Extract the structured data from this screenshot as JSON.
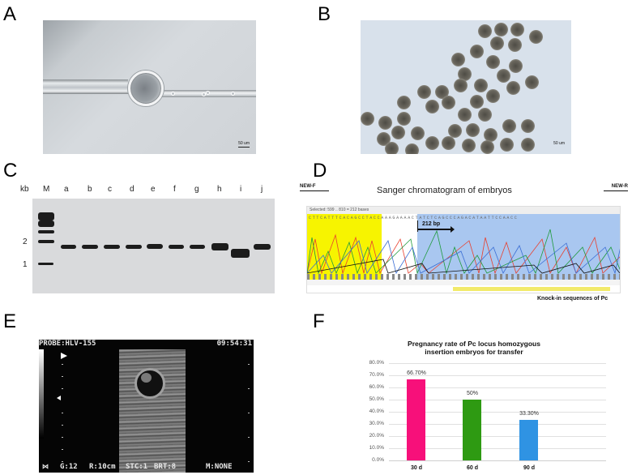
{
  "panels": {
    "A": {
      "label": "A",
      "scale_bar": "50 um"
    },
    "B": {
      "label": "B",
      "scale_bar": "50 um"
    },
    "C": {
      "label": "C",
      "unit_label": "kb",
      "lanes": [
        "M",
        "a",
        "b",
        "c",
        "d",
        "e",
        "f",
        "g",
        "h",
        "i",
        "j"
      ],
      "marker_sizes": [
        "2",
        "1"
      ]
    },
    "D": {
      "label": "D",
      "title": "Sanger chromatogram of embryos",
      "primer_forward": "NEW-F",
      "primer_reverse": "NEW-R",
      "selection_info": "Selected: 599 .. 810 = 212 bases",
      "sequence": "CTTCATTTCACAGCCTACCAAAGAAAACTATCTCAGCCCAGACATAATTCCAACC",
      "insert_size": "212 bp",
      "annotation": "Knock-in sequences of Pc",
      "colors": {
        "region_flank": "#f7f400",
        "region_insert": "#a9c7f0"
      }
    },
    "E": {
      "label": "E",
      "probe": "PROBE:HLV-155",
      "time": "09:54:31",
      "status_gain": "G:12",
      "status_range": "R:10cm",
      "status_stc": "STC:1",
      "status_brt": "BRT:8",
      "status_mode": "M:NONE"
    },
    "F": {
      "label": "F"
    }
  },
  "chart_data": {
    "type": "bar",
    "title": "Pregnancy rate of Pc locus homozygous insertion embryos for transfer",
    "title_lines": [
      "Pregnancy rate of Pc locus homozygous",
      "insertion embryos for transfer"
    ],
    "categories": [
      "30 d",
      "60 d",
      "90 d"
    ],
    "values": [
      66.7,
      50,
      33.3
    ],
    "data_labels": [
      "66.70%",
      "50%",
      "33.30%"
    ],
    "colors": [
      "#f7107a",
      "#2e9a12",
      "#2f93e3"
    ],
    "xlabel": "",
    "ylabel": "",
    "ylim": [
      0,
      80
    ],
    "yticks": [
      "80.0%",
      "70.0%",
      "60.0%",
      "50.0%",
      "40.0%",
      "30.0%",
      "20.0%",
      "10.0%",
      "0.0%"
    ],
    "grid": true,
    "legend": "none"
  }
}
